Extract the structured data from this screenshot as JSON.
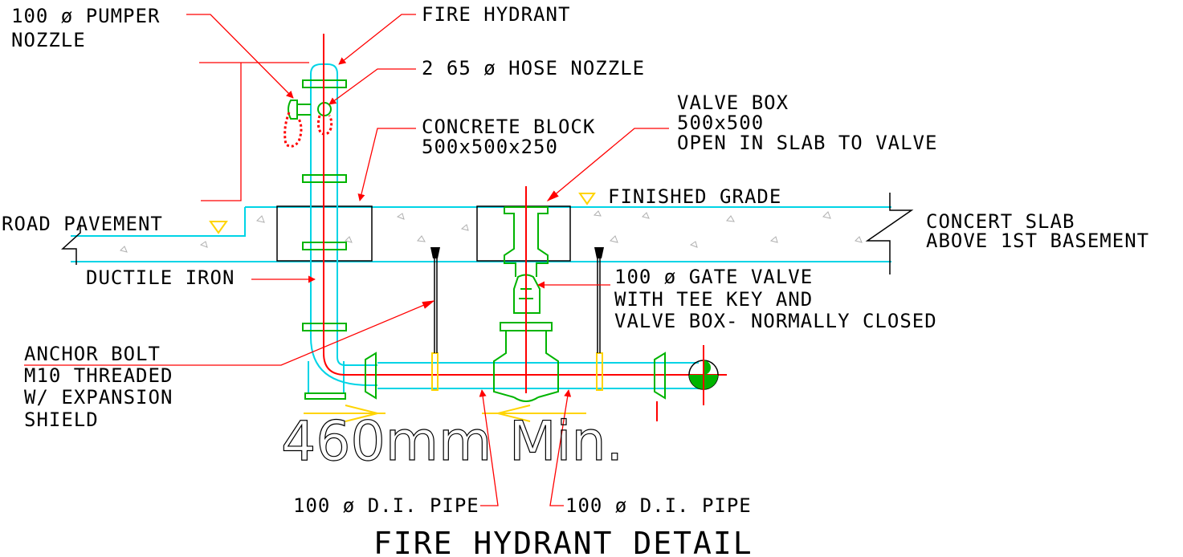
{
  "labels": {
    "pumper_nozzle": [
      "100 ø PUMPER",
      "NOZZLE"
    ],
    "fire_hydrant": "FIRE HYDRANT",
    "hose_nozzle": "2 65 ø HOSE NOZZLE",
    "valve_box": [
      "VALVE BOX",
      "500x500",
      "OPEN IN SLAB TO VALVE"
    ],
    "concrete_block": [
      "CONCRETE BLOCK",
      "500x500x250"
    ],
    "finished_grade": "FINISHED GRADE",
    "road_pavement": "ROAD PAVEMENT",
    "concrete_slab": [
      "CONCERT SLAB",
      "ABOVE 1ST BASEMENT"
    ],
    "ductile_iron": "DUCTILE IRON",
    "gate_valve": [
      "100 ø GATE VALVE",
      "WITH TEE KEY AND",
      "VALVE BOX- NORMALLY CLOSED"
    ],
    "anchor_bolt": [
      "ANCHOR BOLT",
      "M10 THREADED",
      "W/ EXPANSION",
      "SHIELD"
    ],
    "dimension": "460mm Min.",
    "di_pipe_left": "100 ø D.I. PIPE",
    "di_pipe_right": "100 ø D.I. PIPE",
    "title": "FIRE HYDRANT DETAIL"
  },
  "colors": {
    "pipe": "#00d4e6",
    "fittings": "#00b400",
    "leaders": "#ff0000",
    "dimension": "#ffd400"
  }
}
